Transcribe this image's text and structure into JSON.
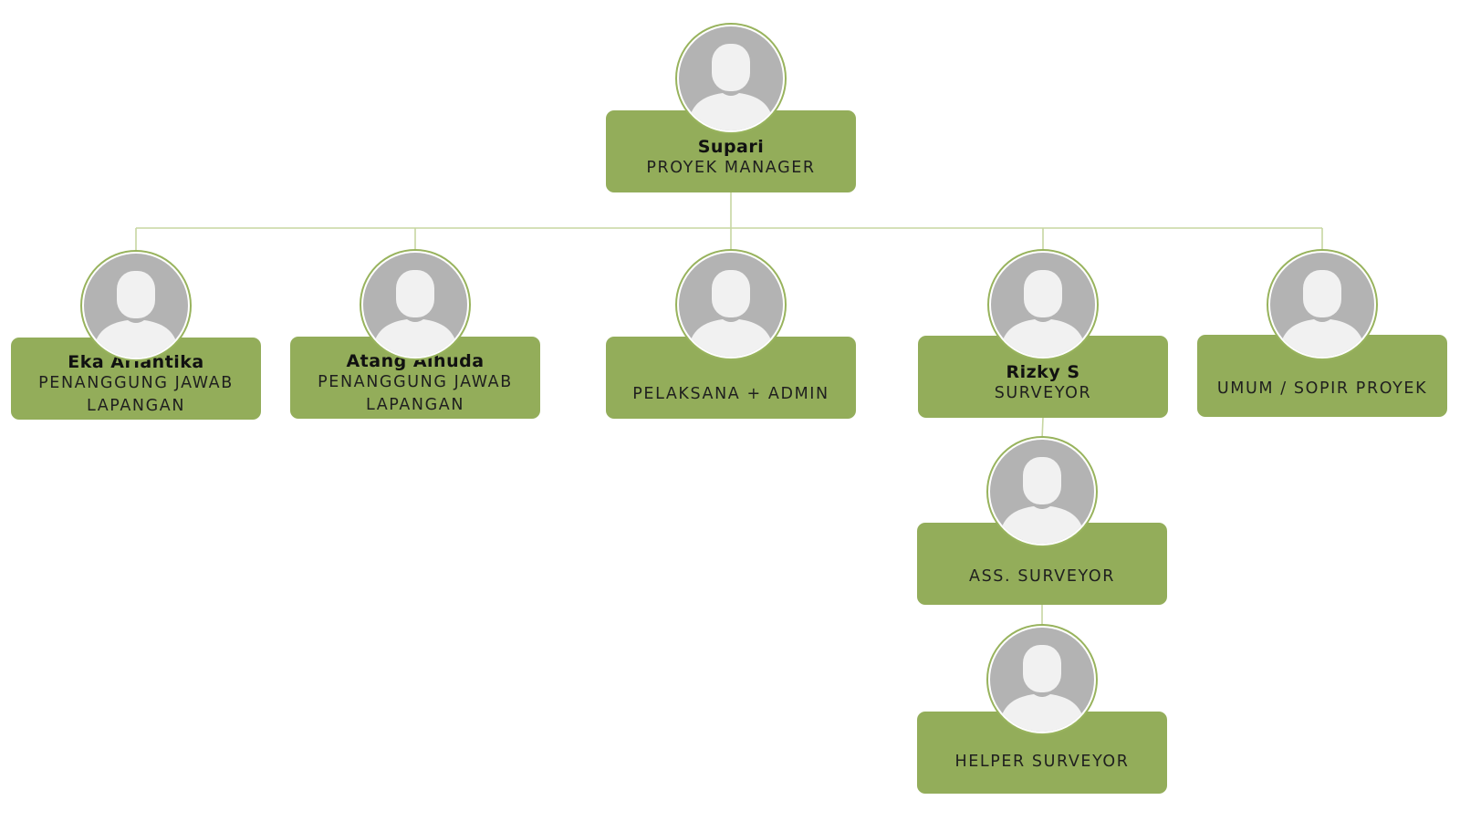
{
  "colors": {
    "box": "#93ad5a",
    "line": "#c7d6a1",
    "avatar_ring": "#98b35d",
    "avatar_bg": "#b3b3b3",
    "avatar_figure": "#f1f1f1"
  },
  "nodes": [
    {
      "id": "supari",
      "name": "Supari",
      "role": "PROYEK MANAGER",
      "icon": "user-avatar-icon"
    },
    {
      "id": "eka",
      "name": "Eka Ariantika",
      "role": "PENANGGUNG JAWAB LAPANGAN",
      "icon": "user-avatar-icon"
    },
    {
      "id": "atang",
      "name": "Atang Alhuda",
      "role": "PENANGGUNG JAWAB LAPANGAN",
      "icon": "user-avatar-icon"
    },
    {
      "id": "pelaksana",
      "name": "",
      "role": "PELAKSANA + ADMIN",
      "icon": "user-avatar-icon"
    },
    {
      "id": "rizky",
      "name": "Rizky S",
      "role": "SURVEYOR",
      "icon": "user-avatar-icon"
    },
    {
      "id": "umum",
      "name": "",
      "role": "UMUM / SOPIR PROYEK",
      "icon": "user-avatar-icon"
    },
    {
      "id": "ass",
      "name": "",
      "role": "ASS. SURVEYOR",
      "icon": "user-avatar-icon"
    },
    {
      "id": "helper",
      "name": "",
      "role": "HELPER SURVEYOR",
      "icon": "user-avatar-icon"
    }
  ],
  "edges": [
    {
      "from": "supari",
      "to": "eka"
    },
    {
      "from": "supari",
      "to": "atang"
    },
    {
      "from": "supari",
      "to": "pelaksana"
    },
    {
      "from": "supari",
      "to": "rizky"
    },
    {
      "from": "supari",
      "to": "umum"
    },
    {
      "from": "rizky",
      "to": "ass"
    },
    {
      "from": "ass",
      "to": "helper"
    }
  ]
}
